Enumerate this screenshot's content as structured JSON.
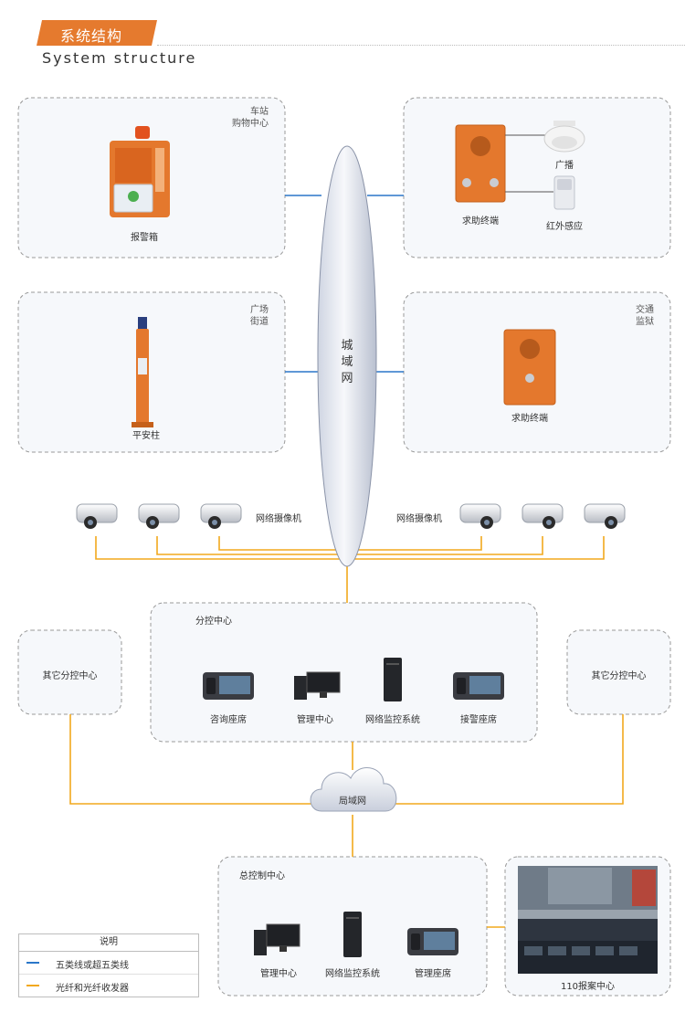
{
  "header": {
    "title": "系统结构",
    "subtitle": "System structure",
    "accent_color": "#e57a2e"
  },
  "zones": {
    "station": {
      "label_line1": "车站",
      "label_line2": "购物中心",
      "device": "报警箱"
    },
    "help": {
      "device1": "求助终端",
      "device2": "广播",
      "device3": "红外感应"
    },
    "square": {
      "label_line1": "广场",
      "label_line2": "街道",
      "device": "平安柱"
    },
    "traffic": {
      "label_line1": "交通",
      "label_line2": "监狱",
      "device": "求助终端"
    }
  },
  "backbone": {
    "line1": "城",
    "line2": "域",
    "line3": "网"
  },
  "cameras": {
    "left_label": "网络摄像机",
    "right_label": "网络摄像机"
  },
  "branch": {
    "title": "分控中心",
    "devices": [
      "咨询座席",
      "管理中心",
      "网络监控系统",
      "接警座席"
    ],
    "other_left": "其它分控中心",
    "other_right": "其它分控中心"
  },
  "lan": {
    "label": "局域网"
  },
  "main_center": {
    "title": "总控制中心",
    "devices": [
      "管理中心",
      "网络监控系统",
      "管理座席"
    ]
  },
  "police": {
    "label": "110报案中心"
  },
  "legend": {
    "title": "说明",
    "items": [
      {
        "label": "五类线或超五类线",
        "color": "#2a77c9"
      },
      {
        "label": "光纤和光纤收发器",
        "color": "#f2a81d"
      }
    ]
  },
  "colors": {
    "blue_line": "#2a77c9",
    "orange_line": "#f2a81d",
    "dashed_border": "#9a9a9a",
    "zone_fill": "#f6f8fb"
  }
}
